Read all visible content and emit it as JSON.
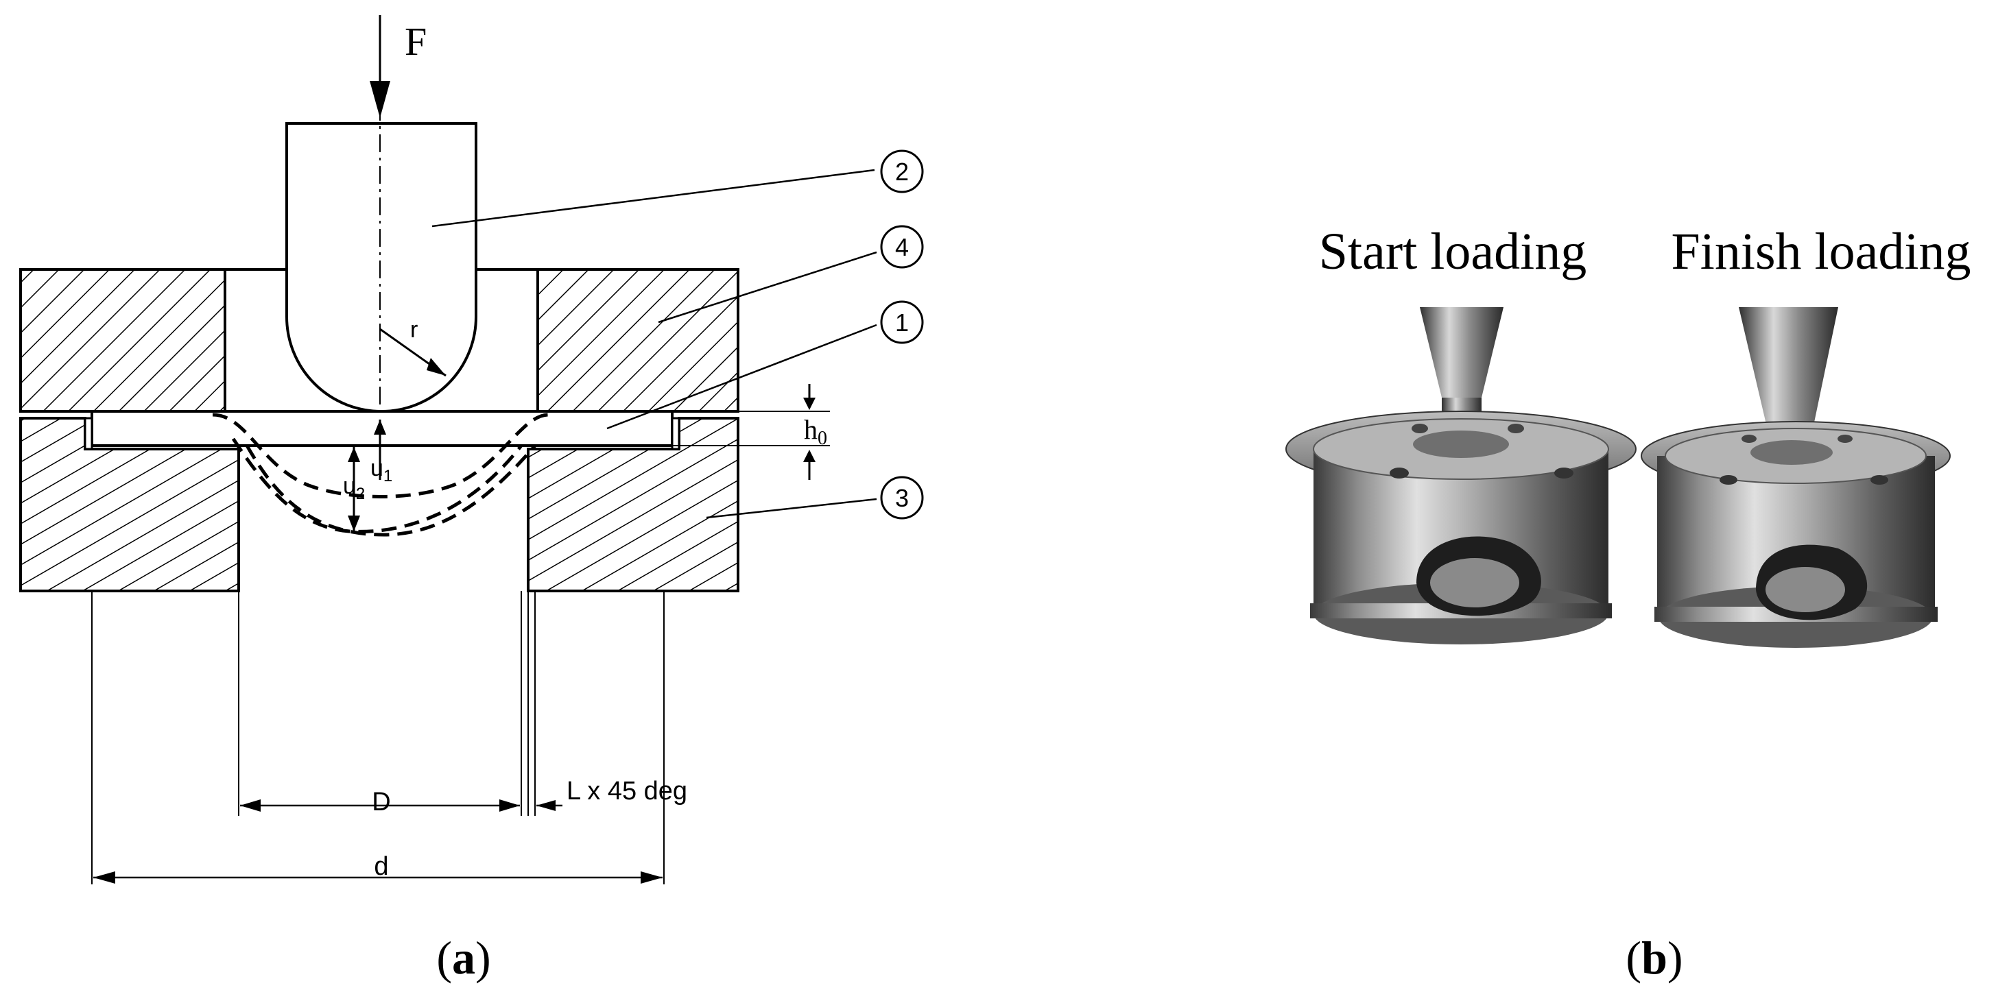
{
  "panel_a": {
    "force_label": "F",
    "part_numbers": [
      "2",
      "4",
      "1",
      "3"
    ],
    "radius_label": "r",
    "thickness_label": "h",
    "thickness_subscript": "0",
    "u1_label": "u",
    "u1_subscript": "1",
    "u2_label": "u",
    "u2_subscript": "2",
    "d_inner_label": "D",
    "chamfer_label": "L x 45 deg",
    "d_outer_label": "d",
    "caption_prefix": "(",
    "caption_letter": "a",
    "caption_suffix": ")"
  },
  "panel_b": {
    "start_label": "Start loading",
    "finish_label": "Finish loading",
    "caption_prefix": "(",
    "caption_letter": "b",
    "caption_suffix": ")"
  },
  "colors": {
    "line": "#000000",
    "steel_light": "#d9d9d9",
    "steel_mid": "#9a9a9a",
    "steel_dark": "#4a4a4a"
  }
}
